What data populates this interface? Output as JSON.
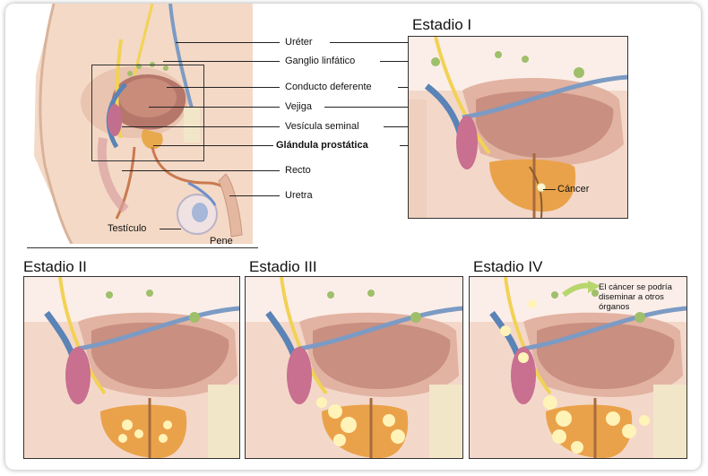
{
  "anatomy_labels": {
    "ureter": "Uréter",
    "lymph_node": "Ganglio linfático",
    "vas_deferens": "Conducto deferente",
    "bladder": "Vejiga",
    "seminal_vesicle": "Vesícula seminal",
    "prostate": "Glándula prostática",
    "rectum": "Recto",
    "urethra": "Uretra",
    "testicle": "Testículo",
    "penis": "Pene"
  },
  "stages": {
    "stage1": {
      "title": "Estadio I",
      "cancer_label": "Cáncer"
    },
    "stage2": {
      "title": "Estadio II"
    },
    "stage3": {
      "title": "Estadio III"
    },
    "stage4": {
      "title": "Estadio IV",
      "note": "El cáncer se podría diseminar a otros órganos"
    }
  }
}
